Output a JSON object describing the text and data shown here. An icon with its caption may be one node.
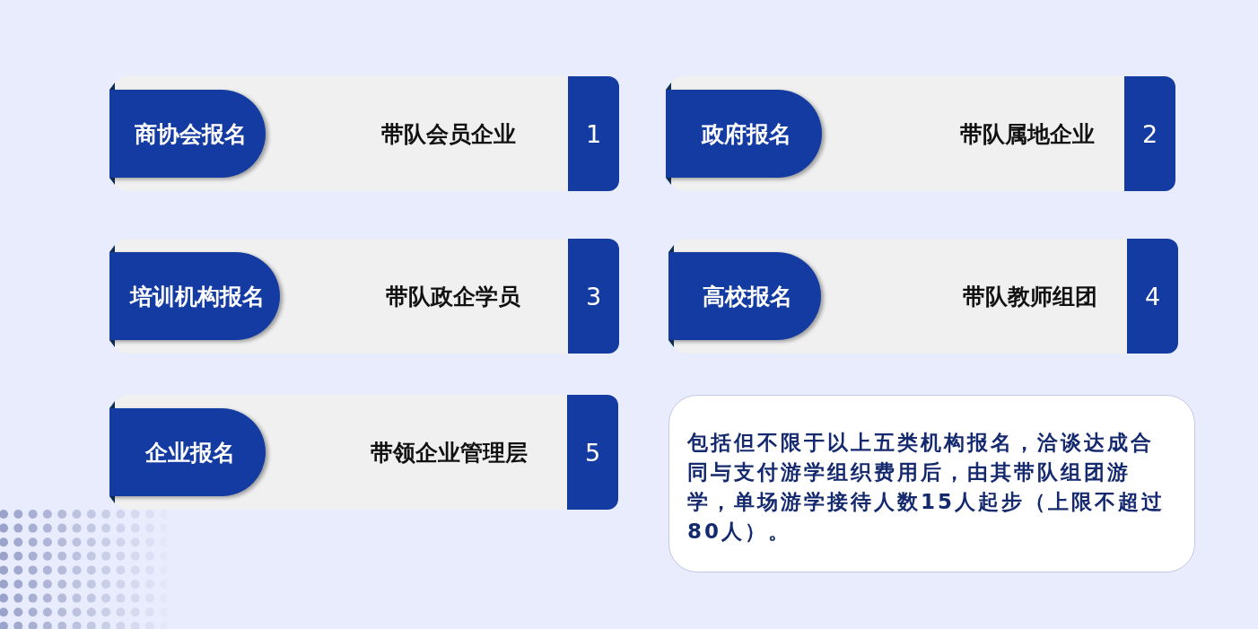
{
  "diagram": {
    "nodes": [
      {
        "text": [
          "商协会报名",
          "带队会员企业",
          "1"
        ]
      },
      {
        "text": [
          "政府报名",
          "带队属地企业",
          "2"
        ]
      },
      {
        "text": [
          "培训机构报名",
          "带队政企学员",
          "3"
        ]
      },
      {
        "text": [
          "高校报名",
          "带队教师组团",
          "4"
        ]
      },
      {
        "text": [
          "企业报名",
          "带领企业管理层",
          "5"
        ]
      },
      {
        "text": [
          "包括但不限于以上五类机构报名，洽谈达成合同与支付游学组织费用后，由其带队组团游学，单场游学接待人数15人起步（上限不超过80人）。"
        ]
      }
    ]
  }
}
